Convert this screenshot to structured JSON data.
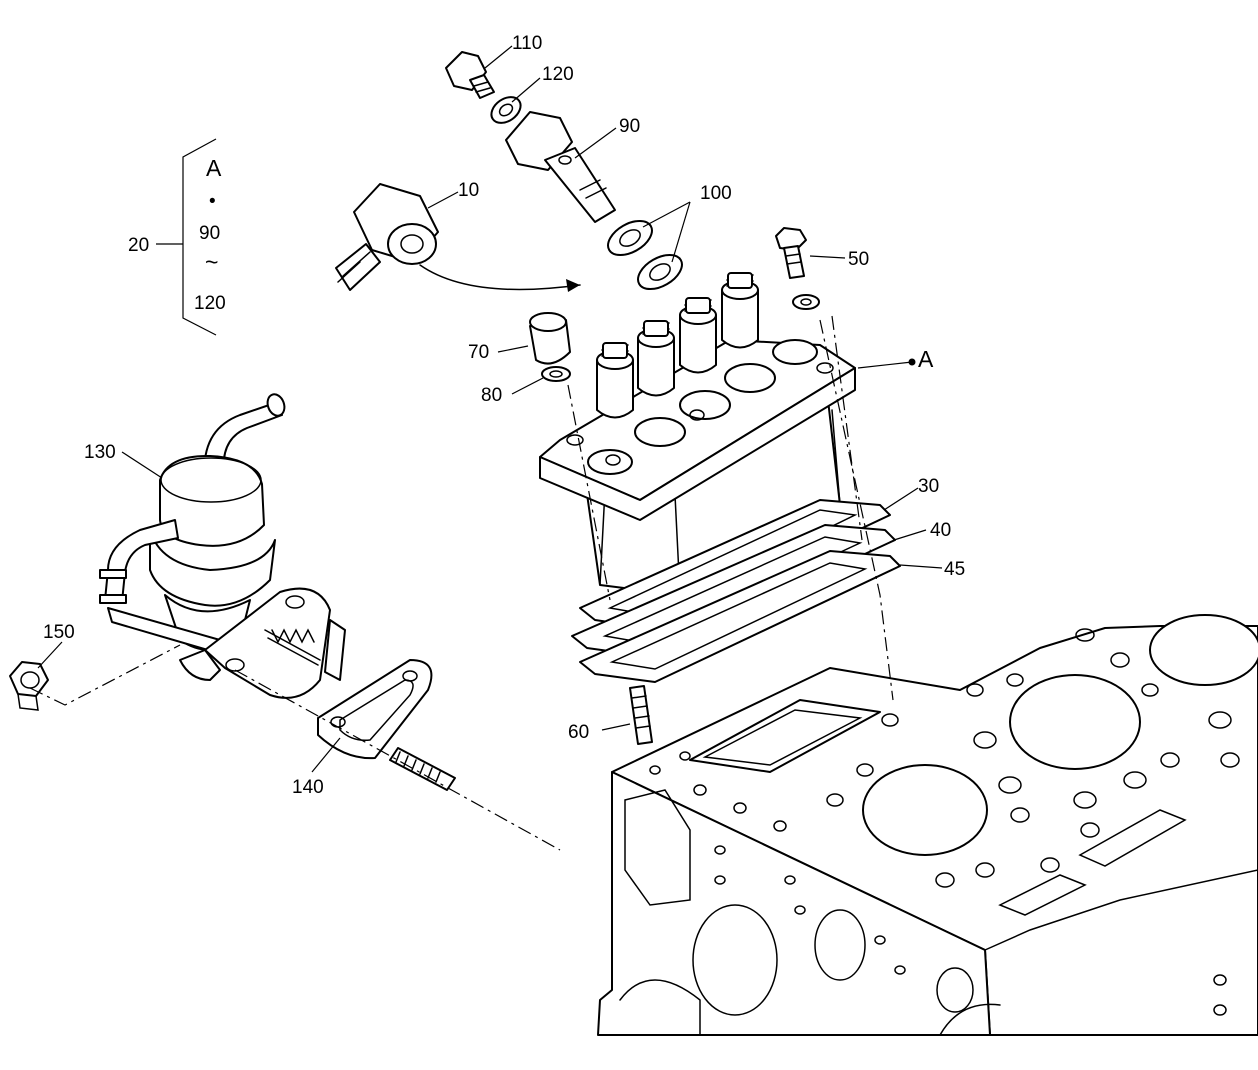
{
  "callouts": {
    "c10": "10",
    "c20": "20",
    "c30": "30",
    "c40": "40",
    "c45": "45",
    "c50": "50",
    "c60": "60",
    "c70": "70",
    "c80": "80",
    "c90": "90",
    "c100": "100",
    "c110": "110",
    "c120": "120",
    "c130": "130",
    "c140": "140",
    "c150": "150"
  },
  "kit_legend": {
    "ref_letter": "A",
    "bullet": "•",
    "range_start": "90",
    "range_sep": "~",
    "range_end": "120"
  },
  "ref_marker": {
    "letter": "A"
  }
}
